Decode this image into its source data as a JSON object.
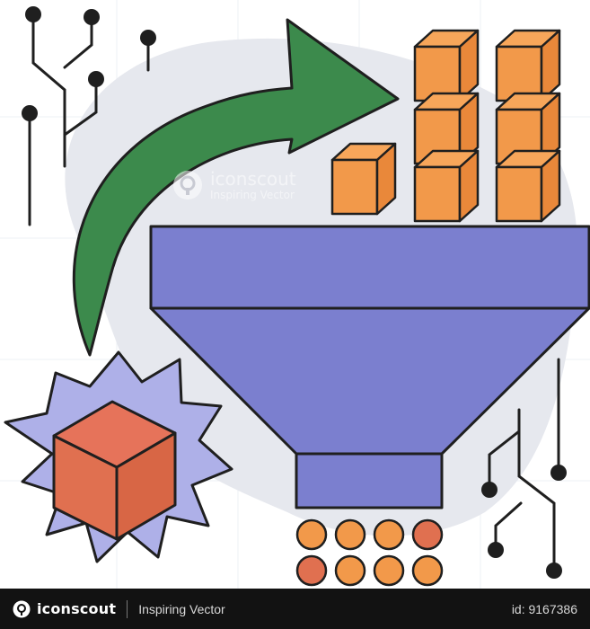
{
  "watermark": {
    "brand": "iconscout",
    "tagline": "Inspiring Vector"
  },
  "footer": {
    "brand": "iconscout",
    "tagline": "Inspiring Vector",
    "id_text": "id: 9167386"
  },
  "colors": {
    "blob": "#e6e8ee",
    "arrow": "#3c8a4c",
    "funnel": "#7b7fcf",
    "cube_orange": "#f2994a",
    "cube_red": "#e07050",
    "starburst": "#aeb0e8",
    "outline": "#1f1f1f"
  }
}
